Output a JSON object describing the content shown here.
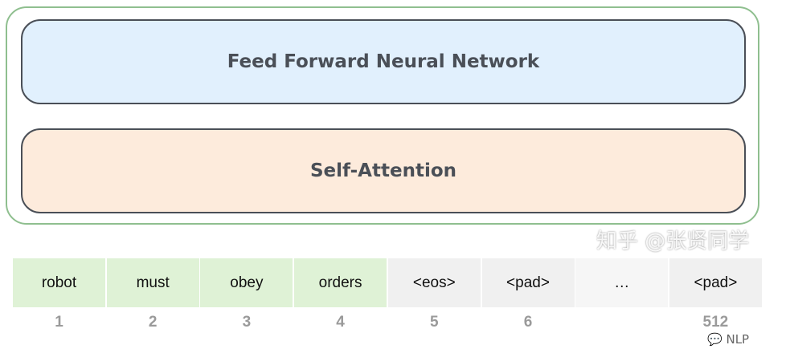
{
  "blocks": {
    "ffnn": "Feed Forward Neural Network",
    "self_attention": "Self-Attention"
  },
  "tokens": [
    {
      "text": "robot",
      "index": "1",
      "fill": "#dff2d6"
    },
    {
      "text": "must",
      "index": "2",
      "fill": "#dff2d6"
    },
    {
      "text": "obey",
      "index": "3",
      "fill": "#dff2d6"
    },
    {
      "text": "orders",
      "index": "4",
      "fill": "#dff2d6"
    },
    {
      "text": "<eos>",
      "index": "5",
      "fill": "#f0f0f0"
    },
    {
      "text": "<pad>",
      "index": "6",
      "fill": "#f0f0f0"
    },
    {
      "text": "…",
      "index": "",
      "fill": "#f6f6f6"
    },
    {
      "text": "<pad>",
      "index": "512",
      "fill": "#f0f0f0"
    }
  ],
  "watermark": {
    "zhihu": "知乎 @张贤同学",
    "wechat": "NLP"
  }
}
